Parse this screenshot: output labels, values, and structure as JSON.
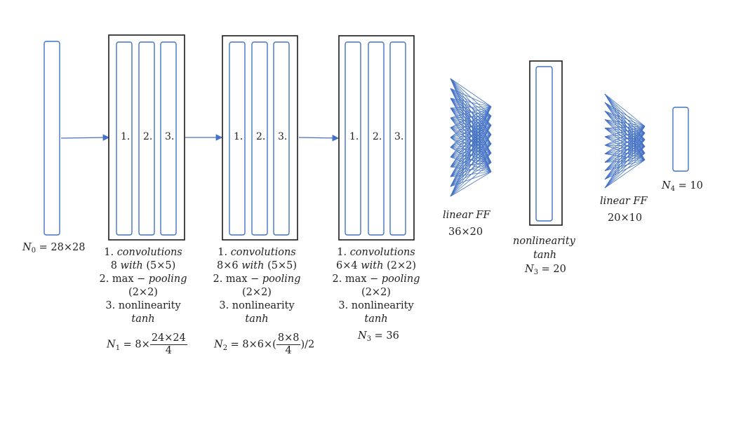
{
  "input": {
    "label_var": "N",
    "label_sub": "0",
    "label_rest": "= 28×28"
  },
  "stages": [
    {
      "layers": [
        "1.",
        "2.",
        "3."
      ],
      "line1_num": "1.",
      "line1_it": "convolutions",
      "line2_plain": "8",
      "line2_it": "with",
      "line2_rest": "(5×5)",
      "line3_plain": "2. max −",
      "line3_it": "pooling",
      "line4": "(2×2)",
      "line5": "3. nonlinearity",
      "line6": "tanh",
      "n_var": "N",
      "n_sub": "1",
      "n_pre": "= 8×",
      "n_frac_num": "24×24",
      "n_frac_den": "4",
      "n_post": ""
    },
    {
      "layers": [
        "1.",
        "2.",
        "3."
      ],
      "line1_num": "1.",
      "line1_it": "convolutions",
      "line2_plain": "8×6",
      "line2_it": "with",
      "line2_rest": "(5×5)",
      "line3_plain": "2. max −",
      "line3_it": "pooling",
      "line4": "(2×2)",
      "line5": "3. nonlinearity",
      "line6": "tanh",
      "n_var": "N",
      "n_sub": "2",
      "n_pre": "= 8×6×(",
      "n_frac_num": "8×8",
      "n_frac_den": "4",
      "n_post": ")/2"
    },
    {
      "layers": [
        "1.",
        "2.",
        "3."
      ],
      "line1_num": "1.",
      "line1_it": "convolutions",
      "line2_plain": "6×4",
      "line2_it": "with",
      "line2_rest": "(2×2)",
      "line3_plain": "2. max −",
      "line3_it": "pooling",
      "line4": "(2×2)",
      "line5": "3. nonlinearity",
      "line6": "tanh",
      "n_var": "N",
      "n_sub": "3",
      "n_pre": "= 36",
      "n_frac_num": "",
      "n_frac_den": "",
      "n_post": ""
    }
  ],
  "ff1": {
    "label": "linear FF",
    "size": "36×20"
  },
  "nonlin": {
    "label": "nonlinearity",
    "func": "tanh",
    "n_var": "N",
    "n_sub": "3",
    "n_rest": "= 20"
  },
  "ff2": {
    "label": "linear FF",
    "size": "20×10"
  },
  "output": {
    "n_var": "N",
    "n_sub": "4",
    "n_rest": "= 10"
  },
  "colors": {
    "blue": "#4472c4",
    "box": "#1a1a1a",
    "text": "#222222"
  }
}
